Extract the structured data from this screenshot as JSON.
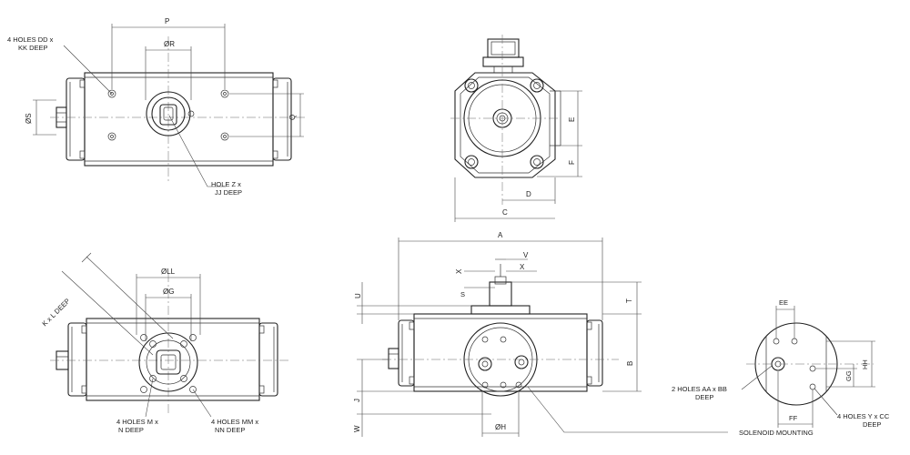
{
  "views": {
    "top": {
      "label_p": "P",
      "label_r": "ØR",
      "label_s": "ØS",
      "label_q": "Q",
      "note_holes_line1": "4 HOLES DD x",
      "note_holes_line2": "KK DEEP",
      "note_z_line1": "HOLE Z x",
      "note_z_line2": "JJ DEEP"
    },
    "end": {
      "label_e": "E",
      "label_f": "F",
      "label_d": "D",
      "label_c": "C"
    },
    "bottom": {
      "label_ll": "ØLL",
      "label_g": "ØG",
      "note_kl": "K x L DEEP",
      "note_m_line1": "4 HOLES M x",
      "note_m_line2": "N DEEP",
      "note_mm_line1": "4 HOLES MM x",
      "note_mm_line2": "NN DEEP"
    },
    "front": {
      "label_a": "A",
      "label_v": "V",
      "label_x_left": "X",
      "label_x_right": "X",
      "label_u": "U",
      "label_t": "T",
      "label_b": "B",
      "label_j": "J",
      "label_w": "W",
      "label_h": "ØH",
      "label_solenoid": "SOLENOID MOUNTING",
      "label_s_small": "S"
    },
    "solenoid": {
      "label_ee": "EE",
      "label_hh": "HH",
      "label_gg": "GG",
      "label_ff": "FF",
      "note_aa_line1": "2 HOLES AA x BB",
      "note_aa_line2": "DEEP",
      "note_y_line1": "4 HOLES Y x CC",
      "note_y_line2": "DEEP"
    }
  }
}
